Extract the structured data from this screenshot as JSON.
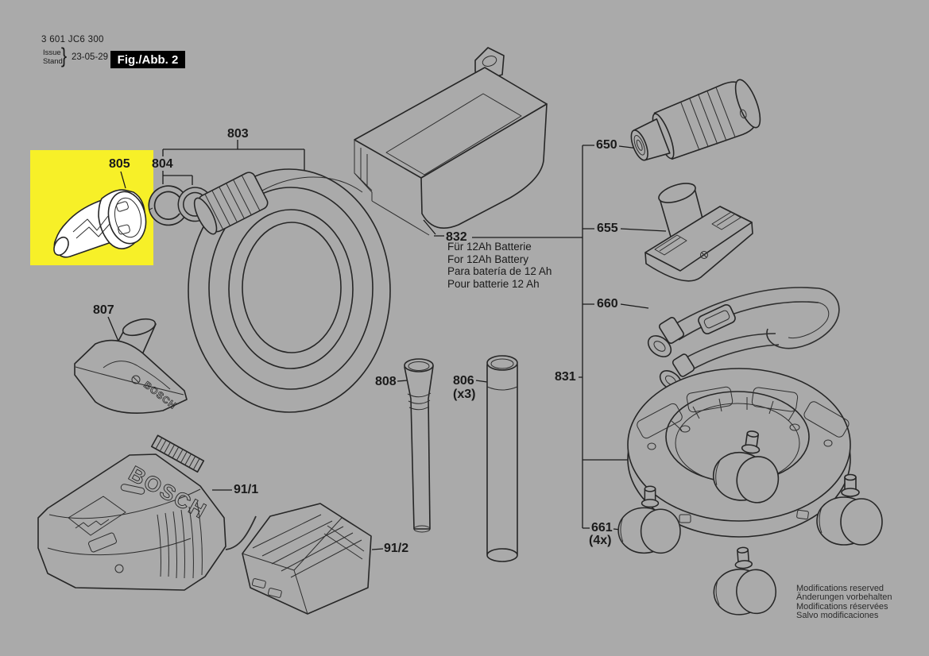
{
  "header": {
    "doc_number": "3 601 JC6 300",
    "issue_label": "Issue",
    "stand_label": "Stand",
    "brace": "}",
    "date": "23-05-29",
    "figure_label": "Fig./Abb. 2"
  },
  "labels": {
    "p803": "803",
    "p804": "804",
    "p805": "805",
    "p806": "806",
    "p806_qty": "(x3)",
    "p807": "807",
    "p808": "808",
    "p91_1": "91/1",
    "p91_2": "91/2",
    "p650": "650",
    "p655": "655",
    "p660": "660",
    "p661": "661",
    "p661_qty": "(4x)",
    "p831": "831",
    "p832": "832"
  },
  "battery_note": {
    "line1": "Für 12Ah Batterie",
    "line2": "For 12Ah Battery",
    "line3": "Para batería de 12 Ah",
    "line4": "Pour batterie 12 Ah"
  },
  "footer_note": {
    "line1": "Modifications reserved",
    "line2": "Änderungen vorbehalten",
    "line3": "Modifications réservées",
    "line4": "Salvo modificaciones"
  },
  "brand": "BOSCH",
  "colors": {
    "background": "#aaaaaa",
    "highlight": "#f7f028",
    "line": "#262626",
    "badge_bg": "#000000",
    "badge_text": "#ffffff"
  }
}
